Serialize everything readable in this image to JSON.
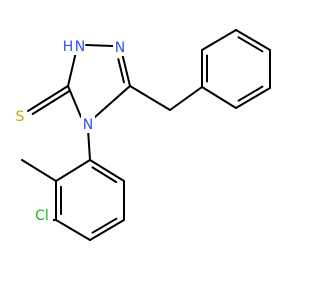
{
  "molecule": {
    "labels": {
      "nh": "H",
      "n_h_atom": "N",
      "n_right": "N",
      "n_4": "N",
      "s": "S",
      "cl": "Cl"
    },
    "colors": {
      "bond": "#000000",
      "nitrogen": "#3050F8",
      "sulfur": "#C8A800",
      "chlorine": "#1FB51F"
    }
  }
}
